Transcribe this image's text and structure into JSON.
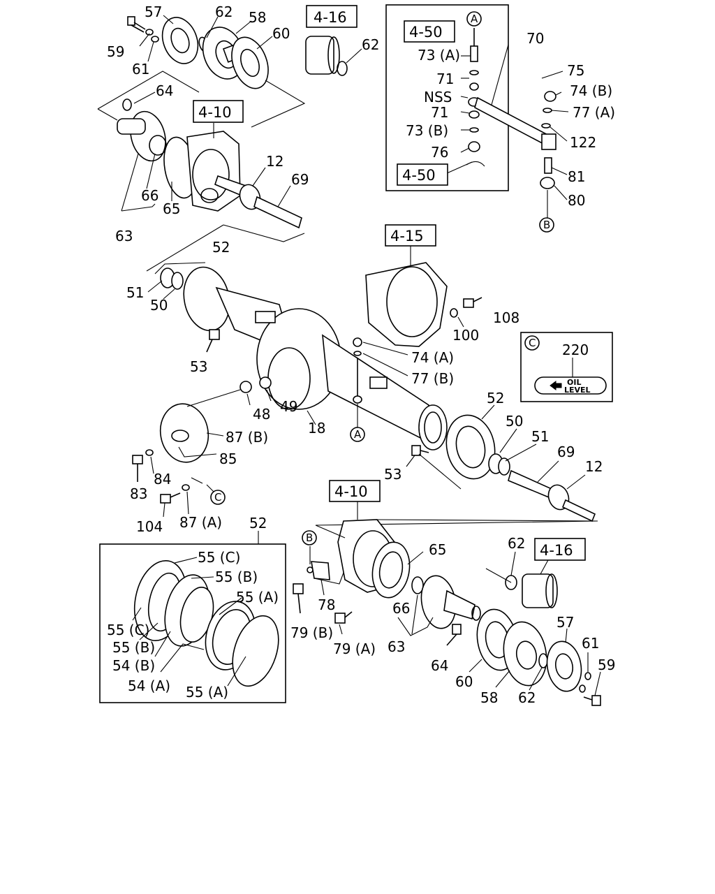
{
  "labels": {
    "l_57a": "57",
    "l_62a": "62",
    "l_58a": "58",
    "l_60a": "60",
    "l_59a": "59",
    "l_61a": "61",
    "l_62b": "62",
    "l_64a": "64",
    "l_66a": "66",
    "l_65a": "65",
    "l_63a": "63",
    "l_12a": "12",
    "l_69a": "69",
    "l_70": "70",
    "l_73A": "73 (A)",
    "l_71a": "71",
    "l_nss": "NSS",
    "l_71b": "71",
    "l_73B": "73 (B)",
    "l_76": "76",
    "l_75": "75",
    "l_74B": "74 (B)",
    "l_77A": "77 (A)",
    "l_122": "122",
    "l_81": "81",
    "l_80": "80",
    "l_52a": "52",
    "l_51a": "51",
    "l_50a": "50",
    "l_53a": "53",
    "l_108": "108",
    "l_100": "100",
    "l_74A": "74 (A)",
    "l_77B": "77 (B)",
    "l_48": "48",
    "l_49": "49",
    "l_18": "18",
    "l_87B": "87 (B)",
    "l_85": "85",
    "l_83": "83",
    "l_84": "84",
    "l_104": "104",
    "l_87A": "87 (A)",
    "l_52b": "52",
    "l_50b": "50",
    "l_51b": "51",
    "l_69b": "69",
    "l_12b": "12",
    "l_53b": "53",
    "l_220": "220",
    "l_52c": "52",
    "l_55C1": "55 (C)",
    "l_55B1": "55 (B)",
    "l_55A1": "55 (A)",
    "l_55C2": "55 (C)",
    "l_55B2": "55 (B)",
    "l_54B": "54 (B)",
    "l_54A": "54 (A)",
    "l_55A2": "55 (A)",
    "l_78": "78",
    "l_79B": "79 (B)",
    "l_79A": "79 (A)",
    "l_65b": "65",
    "l_66b": "66",
    "l_63b": "63",
    "l_64b": "64",
    "l_60b": "60",
    "l_62c": "62",
    "l_62d": "62",
    "l_57b": "57",
    "l_58b": "58",
    "l_61b": "61",
    "l_59b": "59"
  },
  "ref_boxes": {
    "r_416a": "4-16",
    "r_410a": "4-10",
    "r_450a": "4-50",
    "r_450b": "4-50",
    "r_415": "4-15",
    "r_410b": "4-10",
    "r_416b": "4-16"
  },
  "circle_refs": {
    "c_A1": "A",
    "c_B1": "B",
    "c_A2": "A",
    "c_C1": "C",
    "c_C2": "C",
    "c_B2": "B"
  },
  "oil_label": {
    "top": "OIL",
    "bottom": "LEVEL"
  }
}
